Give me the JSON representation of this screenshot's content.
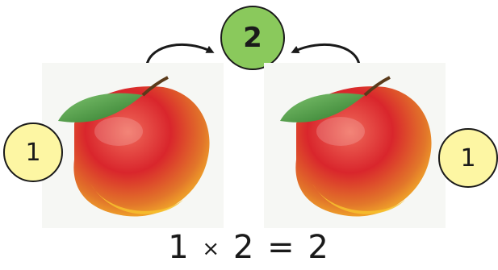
{
  "badges": {
    "left": "1",
    "right": "1",
    "total": "2"
  },
  "equation": {
    "factor_a": "1",
    "times": "×",
    "factor_b": "2",
    "equals": "=",
    "result": "2"
  },
  "images": {
    "left": "mango-icon",
    "right": "mango-icon"
  },
  "colors": {
    "badge_yellow": "#fdf6a3",
    "badge_green": "#8ac95c",
    "mango_red": "#d9262c",
    "mango_orange": "#f29a1e",
    "leaf_green": "#3f8f3a"
  }
}
